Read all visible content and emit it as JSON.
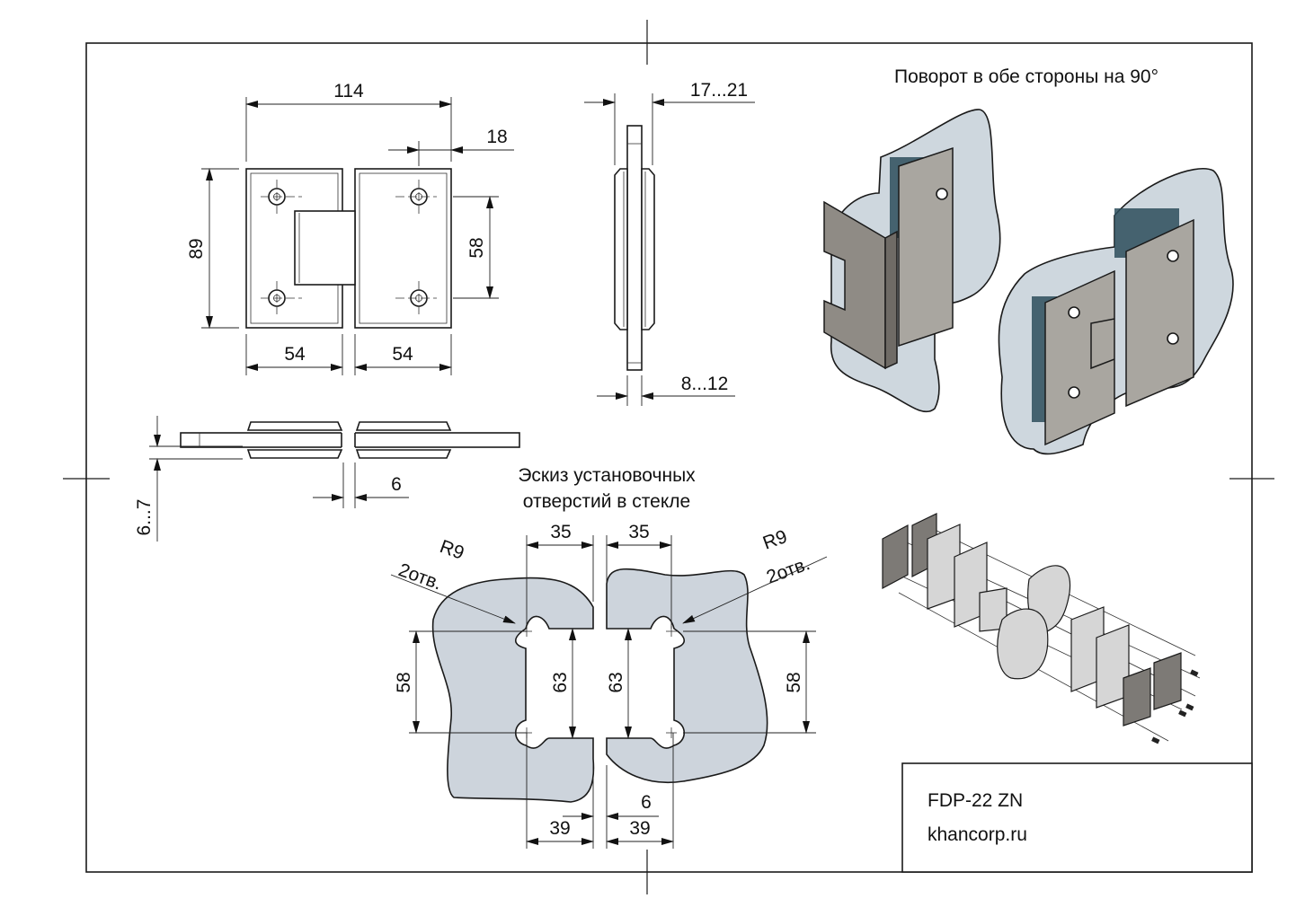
{
  "title_block": {
    "model": "FDP-22 ZN",
    "website": "khancorp.ru"
  },
  "front_view": {
    "dims": {
      "overall_width": "114",
      "offset_right": "18",
      "height": "89",
      "hole_spacing": "58",
      "left_leaf_width": "54",
      "right_leaf_width": "54"
    }
  },
  "side_view": {
    "dims": {
      "total_thickness": "17...21",
      "glass_thickness": "8...12"
    }
  },
  "top_view": {
    "dims": {
      "plate_thickness": "6...7",
      "gap": "6"
    }
  },
  "glass_cutout": {
    "title_line1": "Эскиз установочных",
    "title_line2": "отверстий в стекле",
    "left": {
      "radius_label": "R9",
      "holes_label": "2отв.",
      "hole_offset": "35",
      "hole_spacing": "58",
      "cutout_height": "63",
      "bottom_offset": "39"
    },
    "right": {
      "radius_label": "R9",
      "holes_label": "2отв.",
      "hole_offset": "35",
      "hole_spacing": "58",
      "cutout_height": "63",
      "bottom_offset": "39"
    },
    "gap": "6"
  },
  "render_view": {
    "caption": "Поворот в обе стороны на 90°"
  },
  "colors": {
    "glass": "#cdd4dc",
    "glass_tint": "#2d4d5c",
    "metal": "#8f8b85",
    "line": "#1a1a1a"
  }
}
